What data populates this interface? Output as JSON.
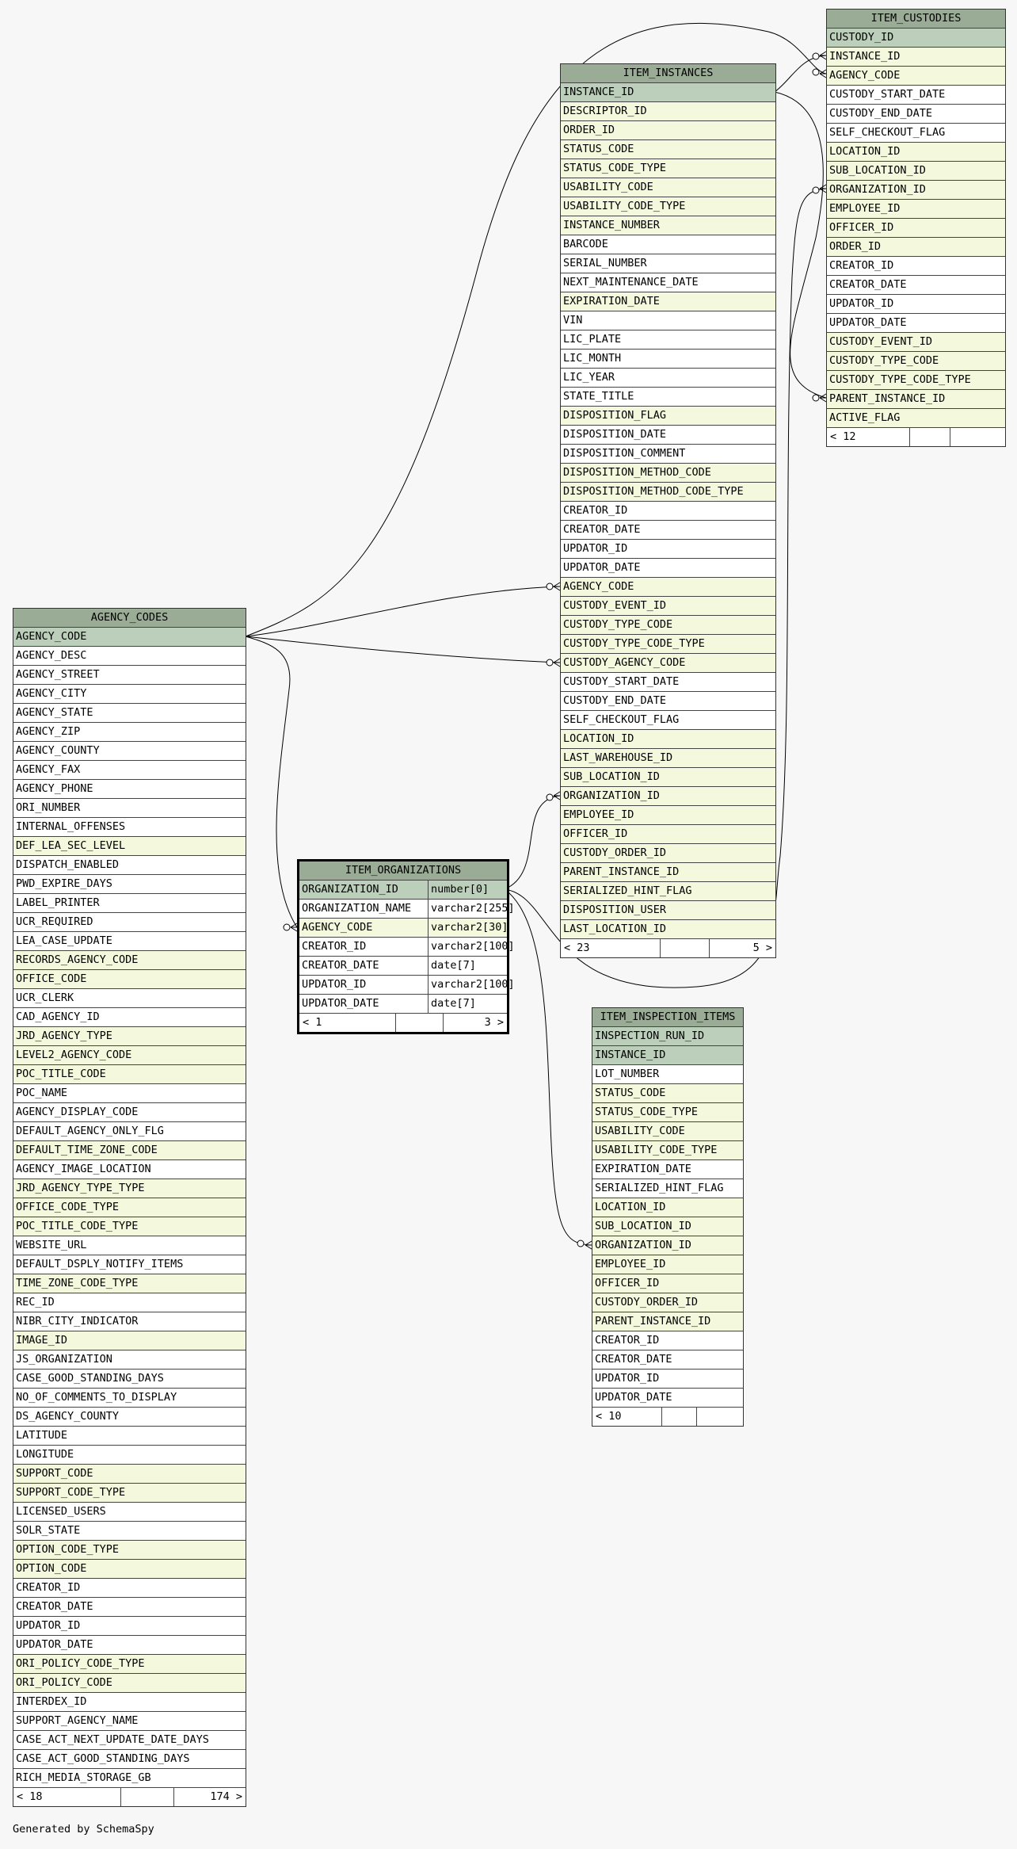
{
  "footer_note": "Generated by SchemaSpy",
  "tables": {
    "item_custodies": {
      "name": "ITEM_CUSTODIES",
      "columns": [
        {
          "name": "CUSTODY_ID",
          "kind": "pk"
        },
        {
          "name": "INSTANCE_ID",
          "kind": "fk"
        },
        {
          "name": "AGENCY_CODE",
          "kind": "fk"
        },
        {
          "name": "CUSTODY_START_DATE",
          "kind": "plain"
        },
        {
          "name": "CUSTODY_END_DATE",
          "kind": "plain"
        },
        {
          "name": "SELF_CHECKOUT_FLAG",
          "kind": "plain"
        },
        {
          "name": "LOCATION_ID",
          "kind": "fk"
        },
        {
          "name": "SUB_LOCATION_ID",
          "kind": "fk"
        },
        {
          "name": "ORGANIZATION_ID",
          "kind": "fk"
        },
        {
          "name": "EMPLOYEE_ID",
          "kind": "fk"
        },
        {
          "name": "OFFICER_ID",
          "kind": "fk"
        },
        {
          "name": "ORDER_ID",
          "kind": "fk"
        },
        {
          "name": "CREATOR_ID",
          "kind": "plain"
        },
        {
          "name": "CREATOR_DATE",
          "kind": "plain"
        },
        {
          "name": "UPDATOR_ID",
          "kind": "plain"
        },
        {
          "name": "UPDATOR_DATE",
          "kind": "plain"
        },
        {
          "name": "CUSTODY_EVENT_ID",
          "kind": "fk"
        },
        {
          "name": "CUSTODY_TYPE_CODE",
          "kind": "fk"
        },
        {
          "name": "CUSTODY_TYPE_CODE_TYPE",
          "kind": "fk"
        },
        {
          "name": "PARENT_INSTANCE_ID",
          "kind": "fk"
        },
        {
          "name": "ACTIVE_FLAG",
          "kind": "fk"
        }
      ],
      "footer": [
        "< 12",
        "",
        ""
      ]
    },
    "item_instances": {
      "name": "ITEM_INSTANCES",
      "columns": [
        {
          "name": "INSTANCE_ID",
          "kind": "pk"
        },
        {
          "name": "DESCRIPTOR_ID",
          "kind": "fk"
        },
        {
          "name": "ORDER_ID",
          "kind": "fk"
        },
        {
          "name": "STATUS_CODE",
          "kind": "fk"
        },
        {
          "name": "STATUS_CODE_TYPE",
          "kind": "fk"
        },
        {
          "name": "USABILITY_CODE",
          "kind": "fk"
        },
        {
          "name": "USABILITY_CODE_TYPE",
          "kind": "fk"
        },
        {
          "name": "INSTANCE_NUMBER",
          "kind": "fk"
        },
        {
          "name": "BARCODE",
          "kind": "plain"
        },
        {
          "name": "SERIAL_NUMBER",
          "kind": "plain"
        },
        {
          "name": "NEXT_MAINTENANCE_DATE",
          "kind": "plain"
        },
        {
          "name": "EXPIRATION_DATE",
          "kind": "fk"
        },
        {
          "name": "VIN",
          "kind": "plain"
        },
        {
          "name": "LIC_PLATE",
          "kind": "plain"
        },
        {
          "name": "LIC_MONTH",
          "kind": "plain"
        },
        {
          "name": "LIC_YEAR",
          "kind": "plain"
        },
        {
          "name": "STATE_TITLE",
          "kind": "plain"
        },
        {
          "name": "DISPOSITION_FLAG",
          "kind": "fk"
        },
        {
          "name": "DISPOSITION_DATE",
          "kind": "plain"
        },
        {
          "name": "DISPOSITION_COMMENT",
          "kind": "plain"
        },
        {
          "name": "DISPOSITION_METHOD_CODE",
          "kind": "fk"
        },
        {
          "name": "DISPOSITION_METHOD_CODE_TYPE",
          "kind": "fk"
        },
        {
          "name": "CREATOR_ID",
          "kind": "plain"
        },
        {
          "name": "CREATOR_DATE",
          "kind": "plain"
        },
        {
          "name": "UPDATOR_ID",
          "kind": "plain"
        },
        {
          "name": "UPDATOR_DATE",
          "kind": "plain"
        },
        {
          "name": "AGENCY_CODE",
          "kind": "fk"
        },
        {
          "name": "CUSTODY_EVENT_ID",
          "kind": "fk"
        },
        {
          "name": "CUSTODY_TYPE_CODE",
          "kind": "fk"
        },
        {
          "name": "CUSTODY_TYPE_CODE_TYPE",
          "kind": "fk"
        },
        {
          "name": "CUSTODY_AGENCY_CODE",
          "kind": "fk"
        },
        {
          "name": "CUSTODY_START_DATE",
          "kind": "plain"
        },
        {
          "name": "CUSTODY_END_DATE",
          "kind": "plain"
        },
        {
          "name": "SELF_CHECKOUT_FLAG",
          "kind": "plain"
        },
        {
          "name": "LOCATION_ID",
          "kind": "fk"
        },
        {
          "name": "LAST_WAREHOUSE_ID",
          "kind": "fk"
        },
        {
          "name": "SUB_LOCATION_ID",
          "kind": "fk"
        },
        {
          "name": "ORGANIZATION_ID",
          "kind": "fk"
        },
        {
          "name": "EMPLOYEE_ID",
          "kind": "fk"
        },
        {
          "name": "OFFICER_ID",
          "kind": "fk"
        },
        {
          "name": "CUSTODY_ORDER_ID",
          "kind": "fk"
        },
        {
          "name": "PARENT_INSTANCE_ID",
          "kind": "fk"
        },
        {
          "name": "SERIALIZED_HINT_FLAG",
          "kind": "fk"
        },
        {
          "name": "DISPOSITION_USER",
          "kind": "fk"
        },
        {
          "name": "LAST_LOCATION_ID",
          "kind": "fk"
        }
      ],
      "footer": [
        "< 23",
        "",
        "5 >"
      ]
    },
    "agency_codes": {
      "name": "AGENCY_CODES",
      "columns": [
        {
          "name": "AGENCY_CODE",
          "kind": "pk"
        },
        {
          "name": "AGENCY_DESC",
          "kind": "plain"
        },
        {
          "name": "AGENCY_STREET",
          "kind": "plain"
        },
        {
          "name": "AGENCY_CITY",
          "kind": "plain"
        },
        {
          "name": "AGENCY_STATE",
          "kind": "plain"
        },
        {
          "name": "AGENCY_ZIP",
          "kind": "plain"
        },
        {
          "name": "AGENCY_COUNTY",
          "kind": "plain"
        },
        {
          "name": "AGENCY_FAX",
          "kind": "plain"
        },
        {
          "name": "AGENCY_PHONE",
          "kind": "plain"
        },
        {
          "name": "ORI_NUMBER",
          "kind": "plain"
        },
        {
          "name": "INTERNAL_OFFENSES",
          "kind": "plain"
        },
        {
          "name": "DEF_LEA_SEC_LEVEL",
          "kind": "fk"
        },
        {
          "name": "DISPATCH_ENABLED",
          "kind": "plain"
        },
        {
          "name": "PWD_EXPIRE_DAYS",
          "kind": "plain"
        },
        {
          "name": "LABEL_PRINTER",
          "kind": "plain"
        },
        {
          "name": "UCR_REQUIRED",
          "kind": "plain"
        },
        {
          "name": "LEA_CASE_UPDATE",
          "kind": "plain"
        },
        {
          "name": "RECORDS_AGENCY_CODE",
          "kind": "fk"
        },
        {
          "name": "OFFICE_CODE",
          "kind": "fk"
        },
        {
          "name": "UCR_CLERK",
          "kind": "plain"
        },
        {
          "name": "CAD_AGENCY_ID",
          "kind": "plain"
        },
        {
          "name": "JRD_AGENCY_TYPE",
          "kind": "fk"
        },
        {
          "name": "LEVEL2_AGENCY_CODE",
          "kind": "fk"
        },
        {
          "name": "POC_TITLE_CODE",
          "kind": "fk"
        },
        {
          "name": "POC_NAME",
          "kind": "plain"
        },
        {
          "name": "AGENCY_DISPLAY_CODE",
          "kind": "plain"
        },
        {
          "name": "DEFAULT_AGENCY_ONLY_FLG",
          "kind": "plain"
        },
        {
          "name": "DEFAULT_TIME_ZONE_CODE",
          "kind": "fk"
        },
        {
          "name": "AGENCY_IMAGE_LOCATION",
          "kind": "plain"
        },
        {
          "name": "JRD_AGENCY_TYPE_TYPE",
          "kind": "fk"
        },
        {
          "name": "OFFICE_CODE_TYPE",
          "kind": "fk"
        },
        {
          "name": "POC_TITLE_CODE_TYPE",
          "kind": "fk"
        },
        {
          "name": "WEBSITE_URL",
          "kind": "plain"
        },
        {
          "name": "DEFAULT_DSPLY_NOTIFY_ITEMS",
          "kind": "plain"
        },
        {
          "name": "TIME_ZONE_CODE_TYPE",
          "kind": "fk"
        },
        {
          "name": "REC_ID",
          "kind": "plain"
        },
        {
          "name": "NIBR_CITY_INDICATOR",
          "kind": "plain"
        },
        {
          "name": "IMAGE_ID",
          "kind": "fk"
        },
        {
          "name": "JS_ORGANIZATION",
          "kind": "plain"
        },
        {
          "name": "CASE_GOOD_STANDING_DAYS",
          "kind": "plain"
        },
        {
          "name": "NO_OF_COMMENTS_TO_DISPLAY",
          "kind": "plain"
        },
        {
          "name": "DS_AGENCY_COUNTY",
          "kind": "plain"
        },
        {
          "name": "LATITUDE",
          "kind": "plain"
        },
        {
          "name": "LONGITUDE",
          "kind": "plain"
        },
        {
          "name": "SUPPORT_CODE",
          "kind": "fk"
        },
        {
          "name": "SUPPORT_CODE_TYPE",
          "kind": "fk"
        },
        {
          "name": "LICENSED_USERS",
          "kind": "plain"
        },
        {
          "name": "SOLR_STATE",
          "kind": "plain"
        },
        {
          "name": "OPTION_CODE_TYPE",
          "kind": "fk"
        },
        {
          "name": "OPTION_CODE",
          "kind": "fk"
        },
        {
          "name": "CREATOR_ID",
          "kind": "plain"
        },
        {
          "name": "CREATOR_DATE",
          "kind": "plain"
        },
        {
          "name": "UPDATOR_ID",
          "kind": "plain"
        },
        {
          "name": "UPDATOR_DATE",
          "kind": "plain"
        },
        {
          "name": "ORI_POLICY_CODE_TYPE",
          "kind": "fk"
        },
        {
          "name": "ORI_POLICY_CODE",
          "kind": "fk"
        },
        {
          "name": "INTERDEX_ID",
          "kind": "plain"
        },
        {
          "name": "SUPPORT_AGENCY_NAME",
          "kind": "plain"
        },
        {
          "name": "CASE_ACT_NEXT_UPDATE_DATE_DAYS",
          "kind": "plain"
        },
        {
          "name": "CASE_ACT_GOOD_STANDING_DAYS",
          "kind": "plain"
        },
        {
          "name": "RICH_MEDIA_STORAGE_GB",
          "kind": "plain"
        }
      ],
      "footer": [
        "< 18",
        "",
        "174 >"
      ]
    },
    "item_organizations": {
      "name": "ITEM_ORGANIZATIONS",
      "columns": [
        {
          "name": "ORGANIZATION_ID",
          "type": "number[0]",
          "kind": "pk"
        },
        {
          "name": "ORGANIZATION_NAME",
          "type": "varchar2[255]",
          "kind": "plain"
        },
        {
          "name": "AGENCY_CODE",
          "type": "varchar2[30]",
          "kind": "fk"
        },
        {
          "name": "CREATOR_ID",
          "type": "varchar2[100]",
          "kind": "plain"
        },
        {
          "name": "CREATOR_DATE",
          "type": "date[7]",
          "kind": "plain"
        },
        {
          "name": "UPDATOR_ID",
          "type": "varchar2[100]",
          "kind": "plain"
        },
        {
          "name": "UPDATOR_DATE",
          "type": "date[7]",
          "kind": "plain"
        }
      ],
      "footer": [
        "< 1",
        "",
        "3 >"
      ]
    },
    "item_inspection_items": {
      "name": "ITEM_INSPECTION_ITEMS",
      "columns": [
        {
          "name": "INSPECTION_RUN_ID",
          "kind": "pk"
        },
        {
          "name": "INSTANCE_ID",
          "kind": "pk"
        },
        {
          "name": "LOT_NUMBER",
          "kind": "plain"
        },
        {
          "name": "STATUS_CODE",
          "kind": "fk"
        },
        {
          "name": "STATUS_CODE_TYPE",
          "kind": "fk"
        },
        {
          "name": "USABILITY_CODE",
          "kind": "fk"
        },
        {
          "name": "USABILITY_CODE_TYPE",
          "kind": "fk"
        },
        {
          "name": "EXPIRATION_DATE",
          "kind": "plain"
        },
        {
          "name": "SERIALIZED_HINT_FLAG",
          "kind": "plain"
        },
        {
          "name": "LOCATION_ID",
          "kind": "fk"
        },
        {
          "name": "SUB_LOCATION_ID",
          "kind": "fk"
        },
        {
          "name": "ORGANIZATION_ID",
          "kind": "fk"
        },
        {
          "name": "EMPLOYEE_ID",
          "kind": "fk"
        },
        {
          "name": "OFFICER_ID",
          "kind": "fk"
        },
        {
          "name": "CUSTODY_ORDER_ID",
          "kind": "fk"
        },
        {
          "name": "PARENT_INSTANCE_ID",
          "kind": "fk"
        },
        {
          "name": "CREATOR_ID",
          "kind": "plain"
        },
        {
          "name": "CREATOR_DATE",
          "kind": "plain"
        },
        {
          "name": "UPDATOR_ID",
          "kind": "plain"
        },
        {
          "name": "UPDATOR_DATE",
          "kind": "plain"
        }
      ],
      "footer": [
        "< 10",
        "",
        ""
      ]
    }
  }
}
